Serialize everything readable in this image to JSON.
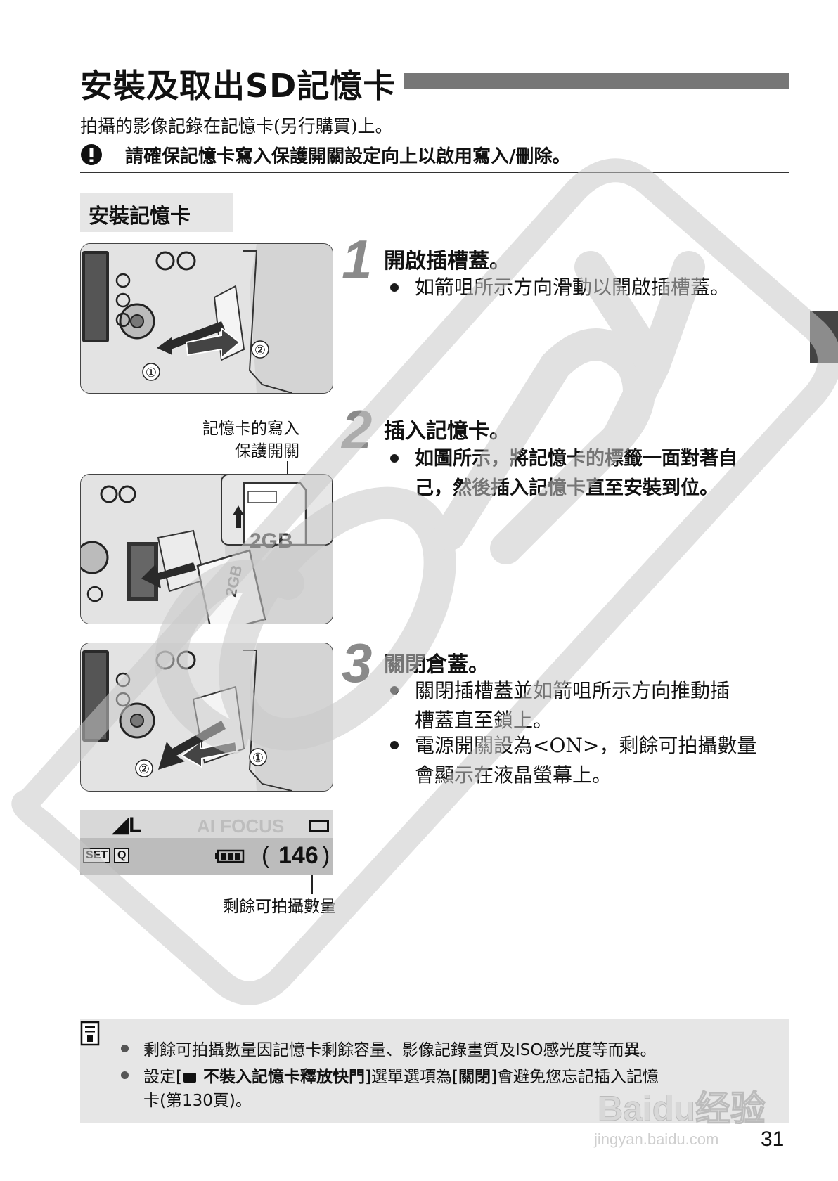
{
  "page": {
    "title": "安裝及取出SD記憶卡",
    "intro": "拍攝的影像記錄在記憶卡(另行購買)上。",
    "warning": "請確保記憶卡寫入保護開關設定向上以啟用寫入/刪除。",
    "page_number": "31"
  },
  "section": {
    "heading": "安裝記憶卡"
  },
  "steps": [
    {
      "number": "1",
      "title": "開啟插槽蓋。",
      "bullets": [
        "如箭咀所示方向滑動以開啟插槽蓋。"
      ]
    },
    {
      "number": "2",
      "title": "插入記憶卡。",
      "bullets": [
        "如圖所示，將記憶卡的標籤一面對著自",
        "己，然後插入記憶卡直至安裝到位。"
      ]
    },
    {
      "number": "3",
      "title": "關閉倉蓋。",
      "bullets": [
        "關閉插槽蓋並如箭咀所示方向推動插",
        "槽蓋直至鎖上。",
        "電源開關設為<ON>，剩餘可拍攝數量",
        "會顯示在液晶螢幕上。"
      ]
    }
  ],
  "figures": {
    "fig1": {
      "marker_1": "①",
      "marker_2": "②"
    },
    "fig2": {
      "callout_line1": "記憶卡的寫入",
      "callout_line2": "保護開關",
      "card_label": "2GB",
      "card_label_inset": "2GB"
    },
    "fig3": {
      "marker_1": "①",
      "marker_2": "②"
    },
    "lcd": {
      "quality": "◢L",
      "af_mode": "AI FOCUS",
      "set_label": "SET",
      "q_label": "Q",
      "shots": "146",
      "caption": "剩餘可拍攝數量"
    }
  },
  "note": {
    "lines": [
      "剩餘可拍攝數量因記憶卡剩餘容量、影像記錄畫質及ISO感光度等而異。",
      "設定[",
      "不裝入記憶卡釋放快門",
      "]選單選項為[",
      "關閉",
      "]會避免您忘記插入記憶",
      "卡(第130頁)。"
    ]
  },
  "watermark": {
    "copy": "COPY",
    "baidu": "Baidu经验",
    "url": "jingyan.baidu.com"
  },
  "colors": {
    "title_bar": "#777777",
    "section_bg": "#e6e6e6",
    "step_number": "#8a8a8a",
    "watermark": "#c8c8c8"
  }
}
